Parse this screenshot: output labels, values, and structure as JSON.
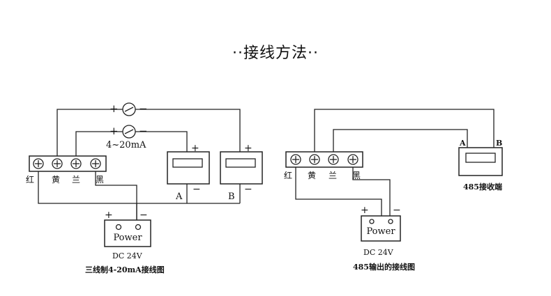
{
  "title": "··接线方法··",
  "left_diagram": {
    "terminal_labels": [
      "红",
      "黄",
      "兰",
      "黑"
    ],
    "loop_current": "4~20mA",
    "plus": "+",
    "minus": "−",
    "display_a": "A",
    "display_b": "B",
    "power_label": "Power",
    "supply_label": "DC 24V",
    "caption": "三线制4-20mA接线图"
  },
  "right_diagram": {
    "terminal_labels": [
      "红",
      "黄",
      "兰",
      "黑"
    ],
    "receiver_a": "A",
    "receiver_b": "B",
    "receiver_label": "485接收端",
    "plus": "+",
    "minus": "−",
    "power_label": "Power",
    "supply_label": "DC 24V",
    "caption": "485输出的接线图"
  },
  "colors": {
    "line": "#222222",
    "background": "#ffffff"
  }
}
